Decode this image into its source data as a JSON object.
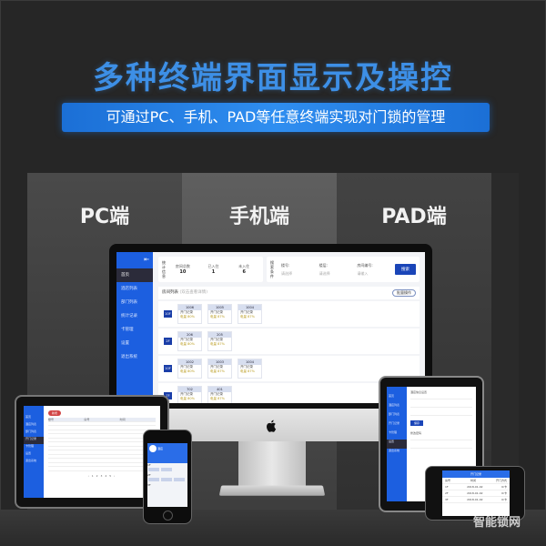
{
  "hero": {
    "title": "多种终端界面显示及操控",
    "subtitle": "可通过PC、手机、PAD等任意终端实现对门锁的管理",
    "title_color": "#3d8fe6",
    "banner_color": "#1b6fd6"
  },
  "columns": [
    {
      "label": "PC端"
    },
    {
      "label": "手机端"
    },
    {
      "label": "PAD端"
    }
  ],
  "pc": {
    "sidebar": {
      "collapse_icon": "⇤",
      "items": [
        {
          "label": "首页",
          "icon": "home-icon",
          "active": true
        },
        {
          "label": "酒店列表",
          "icon": "building-icon"
        },
        {
          "label": "部门列表",
          "icon": "users-icon"
        },
        {
          "label": "统计记录",
          "icon": "chart-icon"
        },
        {
          "label": "卡管理",
          "icon": "card-icon"
        },
        {
          "label": "设置",
          "icon": "gear-icon"
        },
        {
          "label": "退出系统",
          "icon": "logout-icon"
        }
      ]
    },
    "stats": {
      "label": "统计信息",
      "items": [
        {
          "label": "房间总数",
          "value": "10"
        },
        {
          "label": "已入住",
          "value": "1"
        },
        {
          "label": "未入住",
          "value": "6"
        }
      ]
    },
    "search": {
      "label": "搜索条件",
      "fields": [
        {
          "label": "楼号:",
          "placeholder": "请选择"
        },
        {
          "label": "楼层:",
          "placeholder": "请选择"
        },
        {
          "label": "房间编号:",
          "placeholder": "请输入"
        }
      ],
      "button": "搜索"
    },
    "list": {
      "title": "房间列表",
      "hint": "(双击查看详情)",
      "action": "批量操作"
    },
    "floors": [
      {
        "tag": "10F",
        "rooms": [
          {
            "number": "1006",
            "status": "开门记录",
            "battery": "电量 80%"
          },
          {
            "number": "1005",
            "status": "开门记录",
            "battery": "电量 87%"
          },
          {
            "number": "1004",
            "status": "开门记录",
            "battery": "电量 87%"
          }
        ]
      },
      {
        "tag": "2F",
        "rooms": [
          {
            "number": "206",
            "status": "开门记录",
            "battery": "电量 80%"
          },
          {
            "number": "205",
            "status": "开门记录",
            "battery": "电量 87%"
          }
        ]
      },
      {
        "tag": "10F",
        "rooms": [
          {
            "number": "1002",
            "status": "开门记录",
            "battery": "电量 80%"
          },
          {
            "number": "1003",
            "status": "开门记录",
            "battery": "电量 87%"
          },
          {
            "number": "1004",
            "status": "开门记录",
            "battery": "电量 87%"
          }
        ]
      },
      {
        "tag": "7F",
        "rooms": [
          {
            "number": "702",
            "status": "开门记录",
            "battery": "电量 80%"
          },
          {
            "number": "401",
            "status": "开门记录",
            "battery": "电量 87%"
          }
        ]
      }
    ]
  },
  "ipad_left": {
    "badge": "新增",
    "sidebar": [
      "首页",
      "酒店列表",
      "部门列表",
      "开门记录",
      "卡管理",
      "设置",
      "退出系统"
    ],
    "table_headers": [
      "楼号",
      "房号",
      "时间"
    ],
    "row_count": 13,
    "pager": "‹ 1 2 3 4 5 ›"
  },
  "phone": {
    "header_title": "酒店",
    "sections": [
      "1F",
      "2F",
      "3F"
    ]
  },
  "ipad_right": {
    "sidebar": [
      "首页",
      "酒店列表",
      "部门列表",
      "开门记录",
      "卡管理",
      "设置",
      "退出系统"
    ],
    "active_index": 5,
    "section1_title": "酒店信息设置",
    "section2_title": "修改密码",
    "button": "保存"
  },
  "phone_landscape": {
    "header_title": "开门记录",
    "columns": [
      "房号",
      "时间",
      "开门方式"
    ],
    "rows": [
      [
        "1F",
        "2018-01-02",
        "IC卡"
      ],
      [
        "2F",
        "2018-01-02",
        "IC卡"
      ],
      [
        "3F",
        "2018-01-02",
        "IC卡"
      ]
    ]
  },
  "watermark": "智能锁网"
}
